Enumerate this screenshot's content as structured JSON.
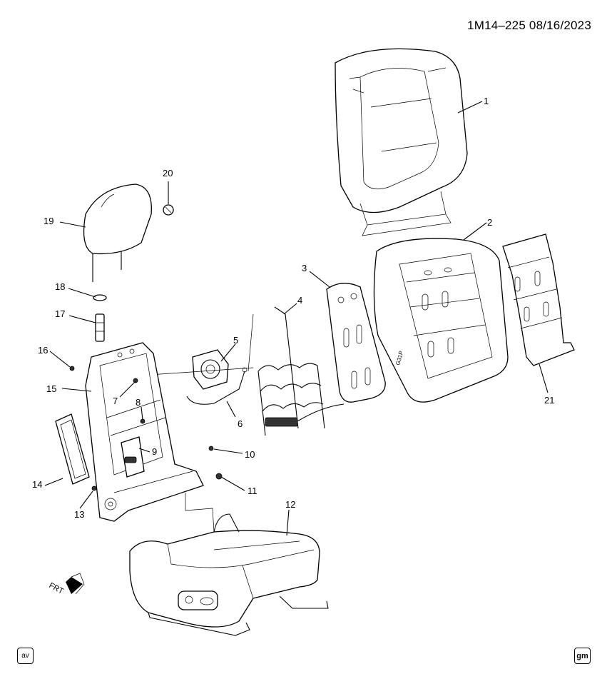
{
  "header": {
    "diagram_id": "1M14–225  08/16/2023"
  },
  "callouts": {
    "c1": "1",
    "c2": "2",
    "c3": "3",
    "c4": "4",
    "c5": "5",
    "c6": "6",
    "c7": "7",
    "c8": "8",
    "c9": "9",
    "c10": "10",
    "c11": "11",
    "c12": "12",
    "c13": "13",
    "c14": "14",
    "c15": "15",
    "c16": "16",
    "c17": "17",
    "c18": "18",
    "c19": "19",
    "c20": "20",
    "c21": "21"
  },
  "labels": {
    "part_stamp": "G31P",
    "front_arrow": "FRT"
  },
  "footer": {
    "left_badge": "av",
    "right_badge": "gm"
  }
}
